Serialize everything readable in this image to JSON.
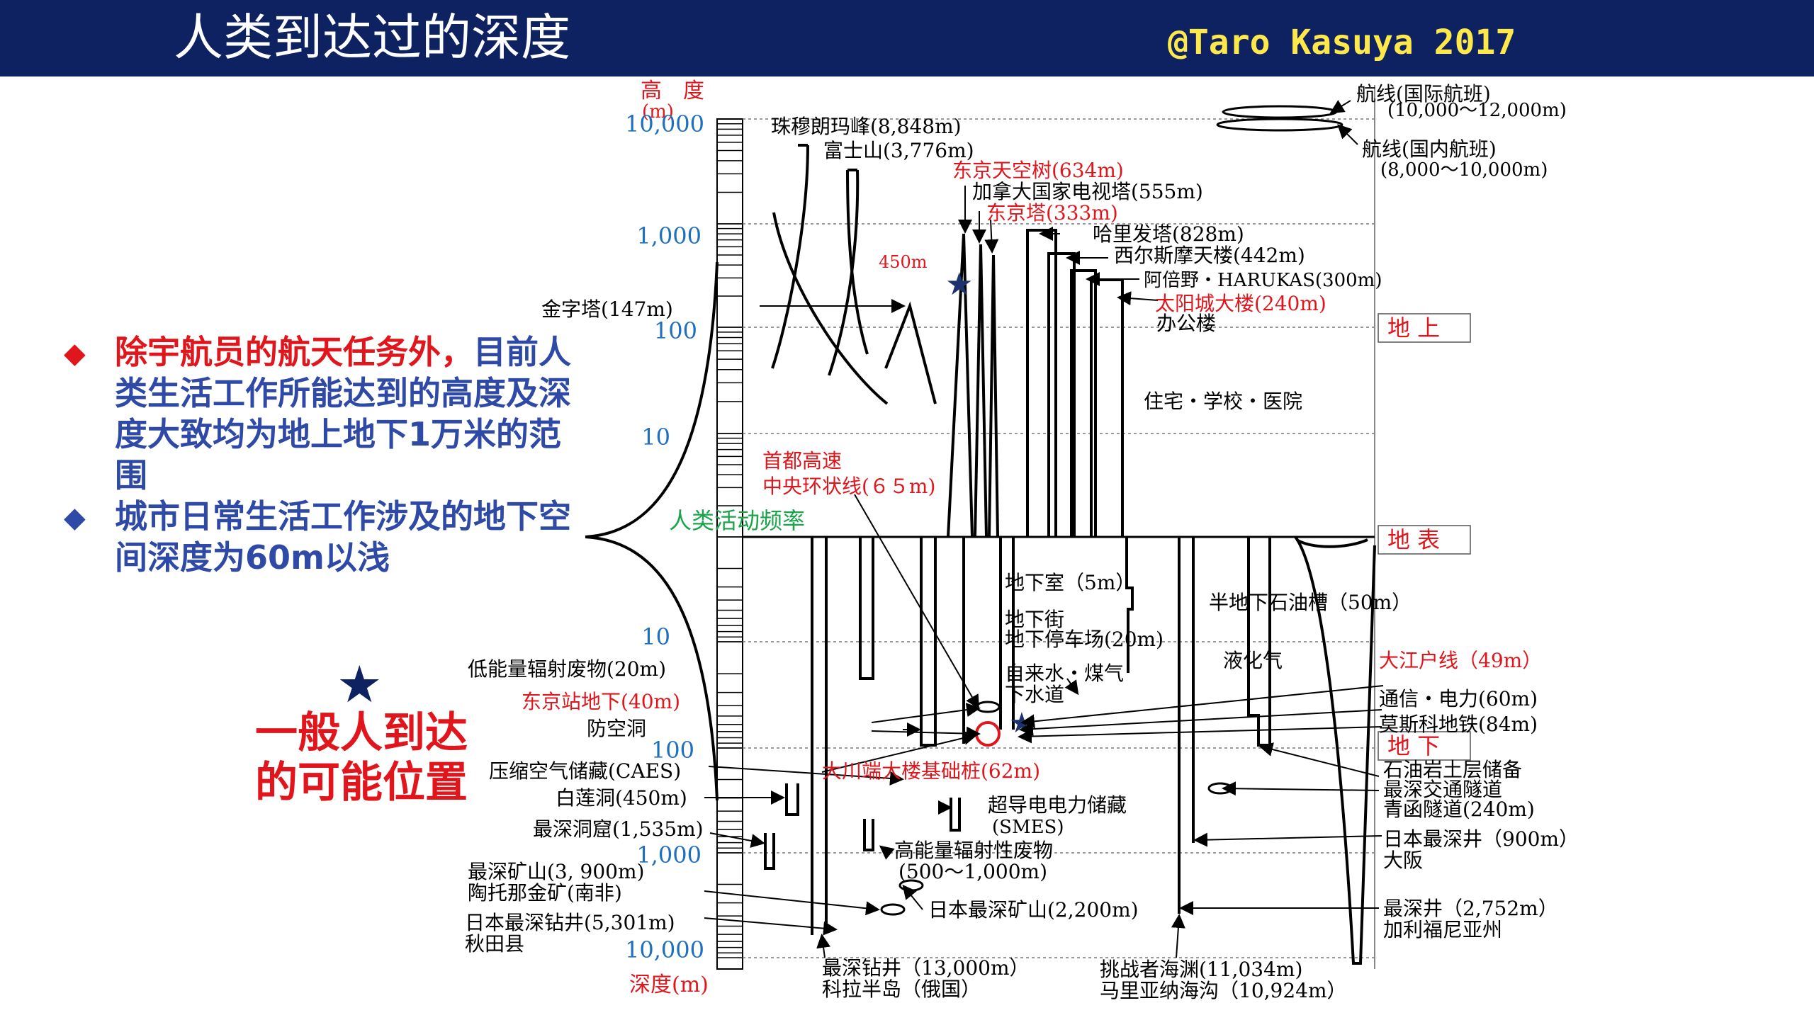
{
  "header": {
    "title": "人类到达过的深度",
    "credit": "@Taro Kasuya 2017"
  },
  "bullets": [
    {
      "mark": "◆",
      "red_text": "除宇航员的航天任务外，",
      "blue_text": "目前人类生活工作所能达到的高度及深度大致均为地上地下1万米的范围"
    },
    {
      "mark": "◆",
      "red_text": "",
      "blue_text": "城市日常生活工作涉及的地下空间深度为60m以浅"
    }
  ],
  "general_reach": {
    "star": "★",
    "text_line1": "一般人到达",
    "text_line2": "的可能位置"
  },
  "axis": {
    "height_label": "高　度",
    "height_unit": "(m)",
    "depth_label": "深度(m)",
    "up_ticks": [
      "10,000",
      "1,000",
      "100",
      "10"
    ],
    "down_ticks": [
      "10",
      "100",
      "1,000",
      "10,000"
    ]
  },
  "frequency_label": "人类活动频率",
  "zones": {
    "above": "地 上",
    "surface": "地 表",
    "below": "地 下"
  },
  "labels": {
    "everest": "珠穆朗玛峰(8,848m)",
    "fuji": "富士山(3,776m)",
    "skytree": "东京天空树(634m)",
    "cn_tower": "加拿大国家电视塔(555m)",
    "tokyo_tower": "东京塔(333m)",
    "marker_450": "450m",
    "burj": "哈里发塔(828m)",
    "sears": "西尔斯摩天楼(442m)",
    "harukas": "阿倍野・HARUKAS(300m)",
    "sunshine": "太阳城大楼(240m)",
    "office": "办公楼",
    "pyramid": "金字塔(147m)",
    "housing": "住宅・学校・医院",
    "expressway_1": "首都高速",
    "expressway_2": "中央环状线(６５m)",
    "flight_intl_1": "航线(国际航班)",
    "flight_intl_2": "(10,000～12,000m)",
    "flight_dom_1": "航线(国内航班)",
    "flight_dom_2": "(8,000～10,000m)",
    "basement": "地下室（5m）",
    "underground_mall": "地下街",
    "underground_parking": "地下停车场(20m)",
    "water_gas": "自来水・煤气",
    "sewer": "下水道",
    "semi_oil": "半地下石油槽（50m）",
    "lpg": "液化气",
    "oedo": "大江户线（49m）",
    "comm_power": "通信・电力(60m)",
    "moscow_metro": "莫斯科地铁(84m)",
    "oil_storage": "石油岩土层储备",
    "deepest_traffic": "最深交通隧道",
    "seikan": "青函隧道(240m)",
    "japan_well_1": "日本最深井（900m）",
    "japan_well_2": "大阪",
    "deepest_well_1": "最深井（2,752m）",
    "deepest_well_2": "加利福尼亚州",
    "low_waste": "低能量辐射废物(20m)",
    "tokyo_station": "东京站地下(40m)",
    "shelter": "防空洞",
    "caes": "压缩空气储藏(CAES)",
    "okawabata": "大川端大楼基础桩(62m)",
    "byakuren": "白莲洞(450m)",
    "smes_1": "超导电电力储藏",
    "smes_2": "(SMES)",
    "deepest_cave": "最深洞窟(1,535m)",
    "high_waste_1": "高能量辐射性废物",
    "high_waste_2": "(500～1,000m)",
    "deepest_mine_1": "最深矿山(3, 900m)",
    "deepest_mine_2": "陶托那金矿(南非)",
    "japan_mine": "日本最深矿山(2,200m)",
    "japan_drill_1": "日本最深钻井(5,301m)",
    "japan_drill_2": "秋田县",
    "kola_1": "最深钻井（13,000m）",
    "kola_2": "科拉半岛（俄国）",
    "challenger_1": "挑战者海渊(11,034m)",
    "challenger_2": "马里亚纳海沟（10,924m）"
  },
  "colors": {
    "header_bg": "#0e2160",
    "credit": "#ffe94a",
    "red": "#e0161c",
    "blue_text": "#2e4aa6",
    "tick_blue": "#1f6fbf",
    "green": "#1aa34a",
    "star": "#1c3370"
  }
}
